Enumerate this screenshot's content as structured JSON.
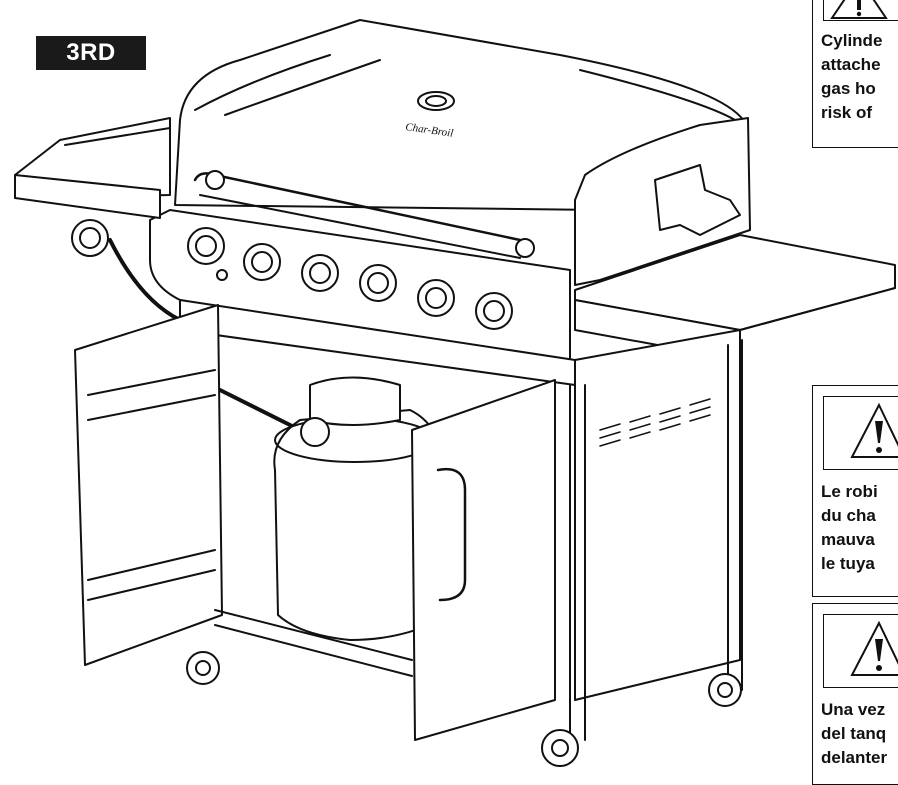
{
  "step": {
    "label": "3RD"
  },
  "grill": {
    "logo_text": "Char-Broil"
  },
  "warnings": [
    {
      "lang": "en",
      "lines": [
        "Cylinde",
        "attache",
        "gas ho",
        "risk of"
      ]
    },
    {
      "lang": "fr",
      "lines": [
        "Le robi",
        "du cha",
        "mauva",
        "le tuya"
      ]
    },
    {
      "lang": "es",
      "lines": [
        "Una vez",
        "del tanq",
        "delanter"
      ]
    }
  ],
  "icons": {
    "warning": "warning-triangle-icon"
  }
}
